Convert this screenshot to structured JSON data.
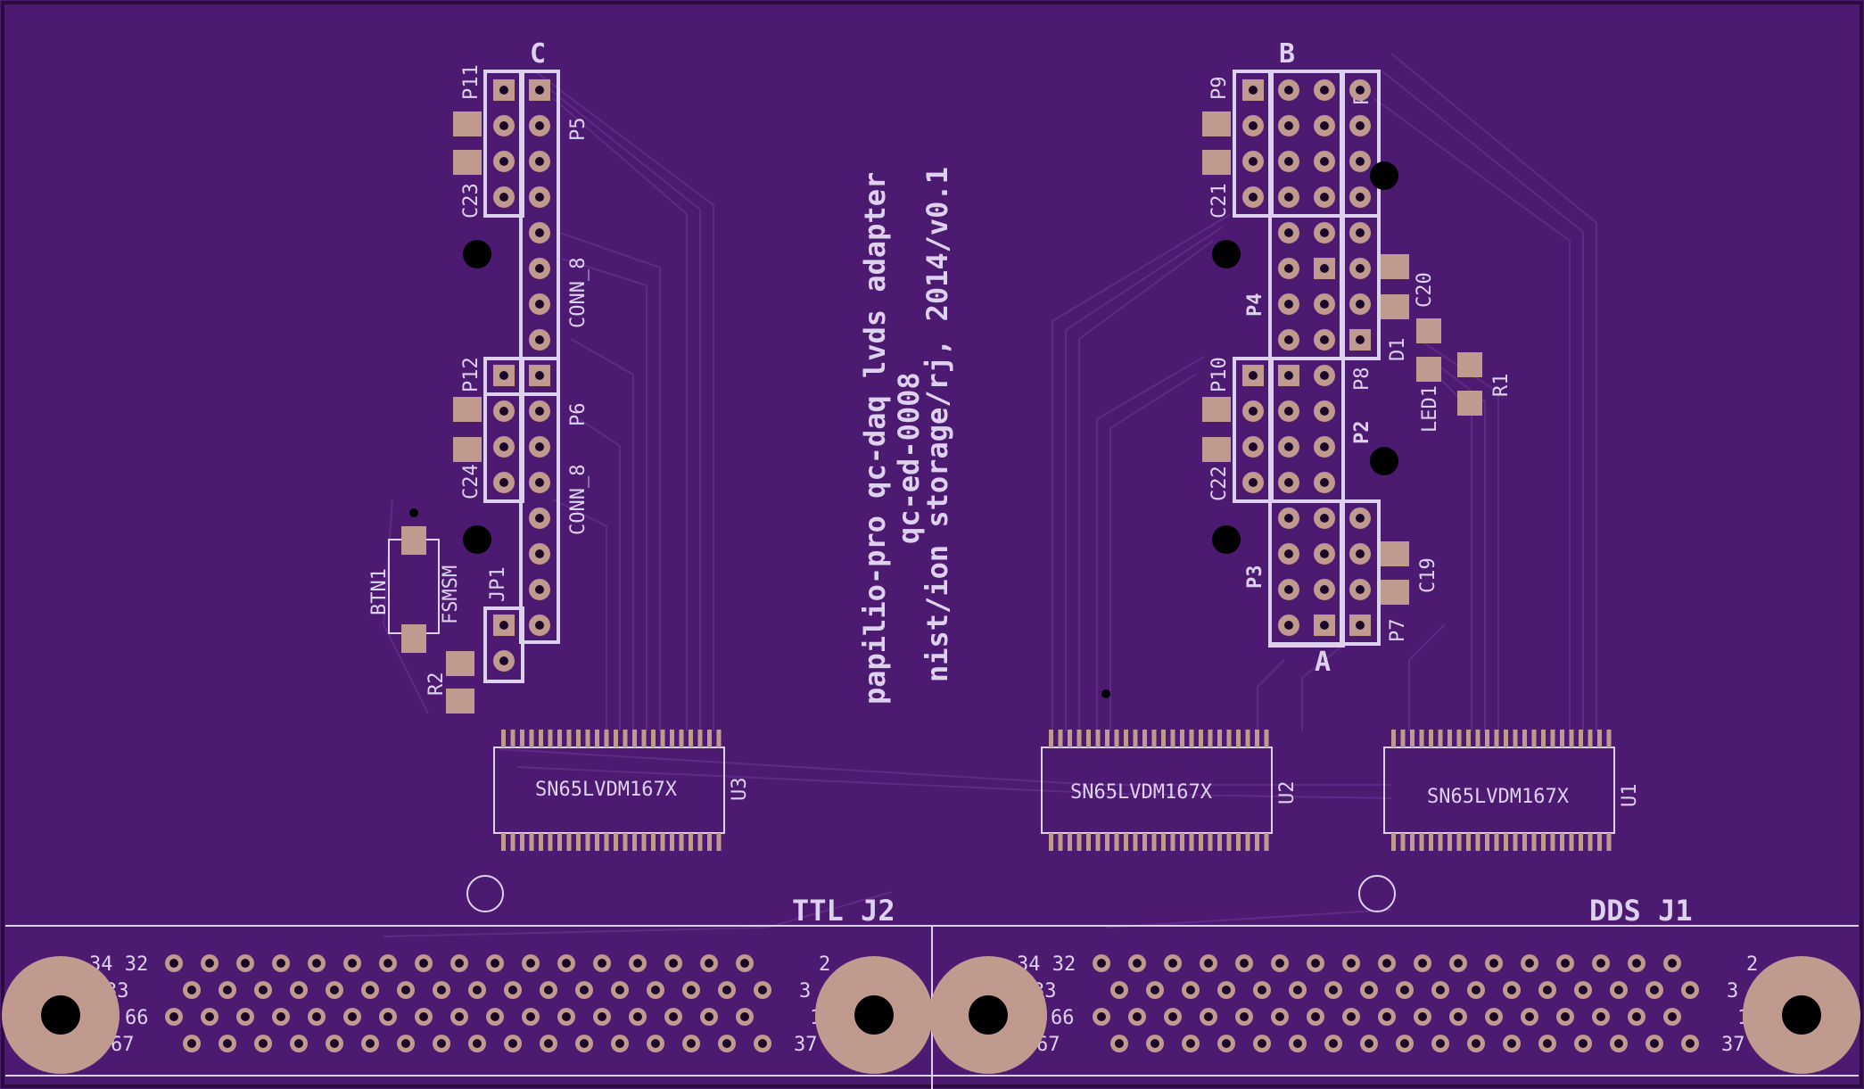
{
  "board_text": {
    "line1": "papilio-pro qc-daq lvds adapter",
    "line2": "qc-ed-0008",
    "line3": "nist/ion storage/rj, 2014/v0.1"
  },
  "headers": {
    "c": "C",
    "b": "B",
    "a": "A",
    "p11": "P11",
    "p5": "P5",
    "c23": "C23",
    "conn8_top": "CONN_8",
    "p12": "P12",
    "p6": "P6",
    "c24": "C24",
    "conn8_bot": "CONN_8",
    "jp1": "JP1",
    "btn1": "BTN1",
    "fsmsm": "FSMSM",
    "r2": "R2",
    "p9": "P9",
    "p1": "P1",
    "c21": "C21",
    "p4": "P4",
    "c20": "C20",
    "d1": "D1",
    "r1": "R1",
    "led1": "LED1",
    "p10": "P10",
    "p8": "P8",
    "p2": "P2",
    "c22": "C22",
    "p3": "P3",
    "c19": "C19",
    "p7": "P7"
  },
  "ics": {
    "u3": {
      "part": "SN65LVDM167X",
      "ref": "U3"
    },
    "u2": {
      "part": "SN65LVDM167X",
      "ref": "U2"
    },
    "u1": {
      "part": "SN65LVDM167X",
      "ref": "U1"
    }
  },
  "connectors": {
    "ttl": {
      "title": "TTL J2",
      "pin_tl": "34 32",
      "pin_tr": "2",
      "pin_r2": "33",
      "pin_r2r": "3",
      "pin_r3": "66",
      "pin_r3r": "1",
      "pin_r4": "67",
      "pin_r4r": "37"
    },
    "dds": {
      "title": "DDS J1",
      "pin_tl": "34 32",
      "pin_tr": "2",
      "pin_r2": "33",
      "pin_r2r": "3",
      "pin_r3": "66",
      "pin_r3r": "1",
      "pin_r4": "67",
      "pin_r4r": "37"
    }
  },
  "colors": {
    "board": "#4c1a70",
    "silkscreen": "#ddd2ee",
    "copper_pad": "#c09a8e",
    "trace": "#5e2a86",
    "hole": "#000000"
  }
}
